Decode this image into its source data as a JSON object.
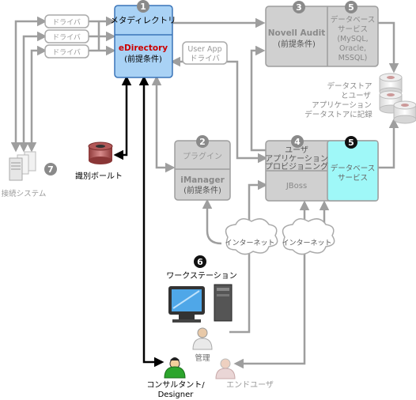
{
  "badges": {
    "b1": "1",
    "b2": "2",
    "b3": "3",
    "b4": "4",
    "b5": "5",
    "b5b": "5",
    "b6": "6",
    "b7": "7"
  },
  "drivers": {
    "d1": "ドライバ",
    "d2": "ドライバ",
    "d3": "ドライバ"
  },
  "metadir": {
    "title": "メタディレクトリ",
    "product": "eDirectory",
    "note": "(前提条件)"
  },
  "audit": {
    "title": "Novell Audit",
    "note": "(前提条件)"
  },
  "dbservice_top": {
    "l1": "データベース",
    "l2": "サービス",
    "l3": "(MySQL,",
    "l4": "Oracle,",
    "l5": "MSSQL)"
  },
  "userapp_driver": {
    "l1": "User App",
    "l2": "ドライバ"
  },
  "datastore_note": {
    "l1": "データストア",
    "l2": "とユーザ",
    "l3": "アプリケーション",
    "l4": "データストアに記録"
  },
  "vault": {
    "label": "識別ボールト"
  },
  "connected": {
    "label": "接続システム"
  },
  "imanager": {
    "plugin": "プラグイン",
    "product": "iManager",
    "note": "(前提条件)"
  },
  "userapp": {
    "l1": "ユーザ",
    "l2": "アプリケーション",
    "l3": "プロビジョニング",
    "jboss": "JBoss"
  },
  "dbservice_mid": {
    "l1": "データベース",
    "l2": "サービス"
  },
  "internet": {
    "i1": "インターネット",
    "i2": "インターネット"
  },
  "workstation": {
    "label": "ワークステーション"
  },
  "admin": {
    "label": "管理"
  },
  "consultant": {
    "l1": "コンサルタント/",
    "l2": "Designer"
  },
  "enduser": {
    "label": "エンドユーザ"
  },
  "colors": {
    "edir_fill": "#a9d2f5",
    "edir_stroke": "#3a74b8",
    "db_fill": "#9ff8f8",
    "gray_fill": "#d0d0d0",
    "gray_stroke": "#9e9e9e",
    "badge_dark": "#111111",
    "badge_gray": "#8a8a8a",
    "db_red": "#c05a5a"
  }
}
